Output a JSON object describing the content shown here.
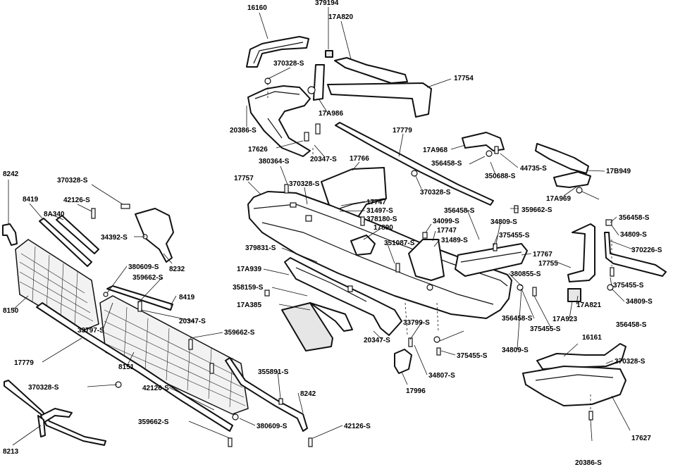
{
  "diagram": {
    "part_labels": [
      "16160",
      "379194",
      "17A820",
      "370328-S",
      "17754",
      "17A986",
      "20386-S",
      "17626",
      "20347-S",
      "17779",
      "17A968",
      "356458-S",
      "44735-S",
      "17B949",
      "350688-S",
      "370328-S",
      "380364-S",
      "17766",
      "8242",
      "17757",
      "370328-S",
      "370328-S",
      "17A969",
      "17747",
      "8419",
      "42126-S",
      "31497-S",
      "359662-S",
      "378180-S",
      "8A340",
      "34099-S",
      "17747",
      "356458-S",
      "356458-S",
      "17890",
      "34809-S",
      "34392-S",
      "31489-S",
      "34809-S",
      "351087-S",
      "375455-S",
      "370226-S",
      "379831-S",
      "17767",
      "8232",
      "380609-S",
      "17755",
      "17A939",
      "380855-S",
      "359662-S",
      "375455-S",
      "358159-S",
      "8419",
      "17A821",
      "8150",
      "34809-S",
      "17A385",
      "356458-S",
      "17A923",
      "33797-S",
      "20347-S",
      "375455-S",
      "33799-S",
      "356458-S",
      "359662-S",
      "16161",
      "20347-S",
      "375455-S",
      "34809-S",
      "17779",
      "370328-S",
      "8151",
      "34807-S",
      "355891-S",
      "370328-S",
      "17996",
      "42126-S",
      "8242",
      "17627",
      "359662-S",
      "380609-S",
      "42126-S",
      "8213",
      "20386-S"
    ]
  }
}
